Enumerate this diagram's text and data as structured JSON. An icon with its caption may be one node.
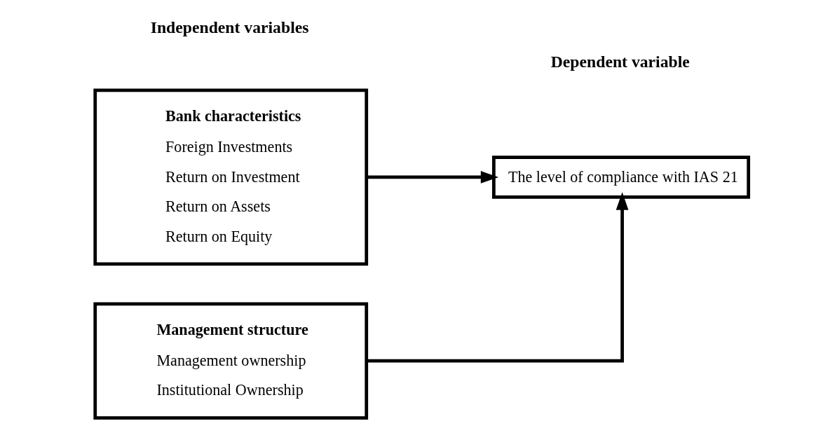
{
  "diagram": {
    "nodes": [
      {
        "text": [
          "Management structure",
          "Management ownership",
          "Institutional Ownership"
        ]
      },
      {
        "text": [
          "Bank characteristics",
          "Foreign Investments",
          "Return on Investment",
          "Return on Assets",
          "Return on Equity"
        ]
      },
      {
        "text": [
          "The level of compliance with IAS 21"
        ]
      }
    ],
    "edges": [
      {
        "from": 0,
        "to": 2,
        "arrow": "to"
      },
      {
        "from": 1,
        "to": 2,
        "arrow": "to"
      }
    ],
    "labels": [
      "Independent variables",
      "Dependent variable"
    ]
  }
}
